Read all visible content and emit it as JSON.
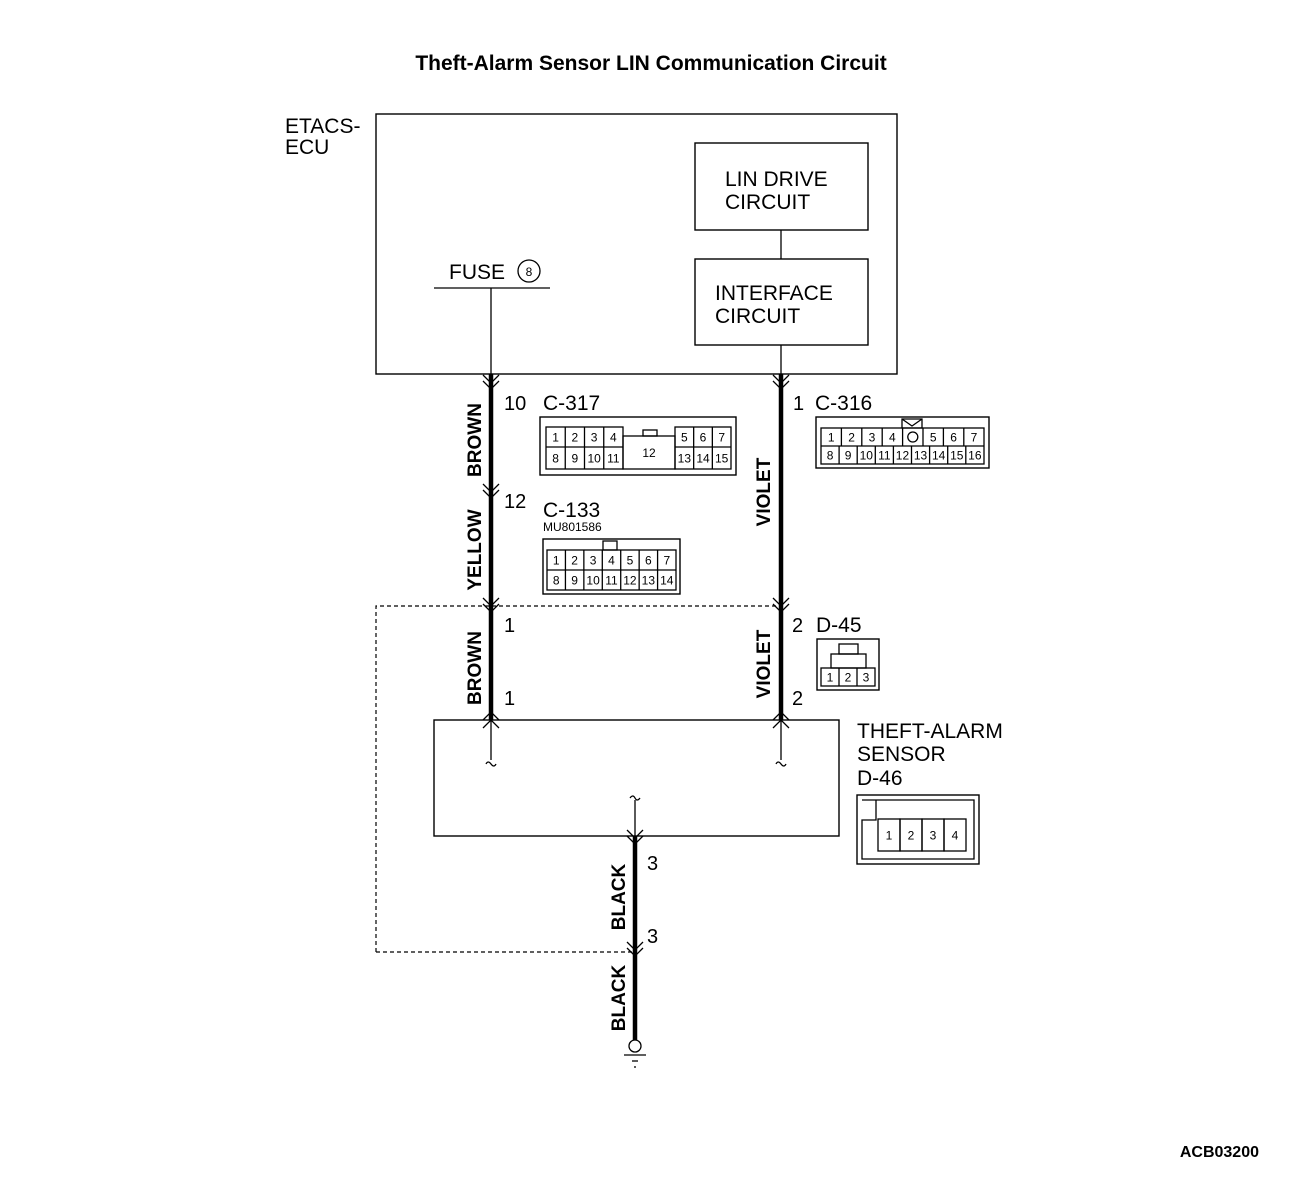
{
  "title": "Theft-Alarm Sensor LIN Communication Circuit",
  "diagram_code": "ACB03200",
  "ecu": {
    "label_line1": "ETACS-",
    "label_line2": "ECU",
    "lin_drive_line1": "LIN DRIVE",
    "lin_drive_line2": "CIRCUIT",
    "interface_line1": "INTERFACE",
    "interface_line2": "CIRCUIT",
    "fuse_label": "FUSE",
    "fuse_number": "8"
  },
  "wires": {
    "left_upper_color": "BROWN",
    "left_middle_color": "YELLOW",
    "left_lower_color": "BROWN",
    "right_upper_color": "VIOLET",
    "right_lower_color": "VIOLET",
    "ground_upper_color": "BLACK",
    "ground_lower_color": "BLACK"
  },
  "pins": {
    "c317_pin": "10",
    "c133_pin": "12",
    "sensor_left_upper": "1",
    "sensor_left_lower": "1",
    "c316_pin": "1",
    "d45_pin_upper": "2",
    "d45_pin_lower": "2",
    "ground_upper": "3",
    "ground_lower": "3"
  },
  "connectors": {
    "c317": {
      "name": "C-317",
      "row1_left": [
        "1",
        "2",
        "3",
        "4"
      ],
      "center": "12",
      "row1_right": [
        "5",
        "6",
        "7"
      ],
      "row2_left": [
        "8",
        "9",
        "10",
        "11"
      ],
      "row2_right": [
        "13",
        "14",
        "15"
      ]
    },
    "c316": {
      "name": "C-316",
      "row1": [
        "1",
        "2",
        "3",
        "4",
        "",
        "5",
        "6",
        "7"
      ],
      "row2": [
        "8",
        "9",
        "10",
        "11",
        "12",
        "13",
        "14",
        "15",
        "16"
      ]
    },
    "c133": {
      "name": "C-133",
      "part": "MU801586",
      "row1": [
        "1",
        "2",
        "3",
        "4",
        "5",
        "6",
        "7"
      ],
      "row2": [
        "8",
        "9",
        "10",
        "11",
        "12",
        "13",
        "14"
      ]
    },
    "d45": {
      "name": "D-45",
      "row": [
        "1",
        "2",
        "3"
      ]
    },
    "d46": {
      "name": "D-46",
      "row": [
        "1",
        "2",
        "3",
        "4"
      ]
    }
  },
  "sensor": {
    "label_line1": "THEFT-ALARM",
    "label_line2": "SENSOR"
  }
}
